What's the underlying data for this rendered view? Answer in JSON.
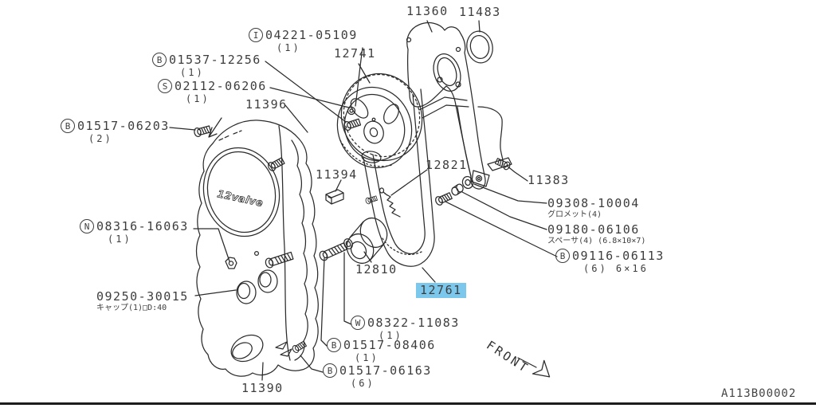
{
  "diagram": {
    "drawing_code": "A113B00002",
    "front_label": "FRONT",
    "cover_embossed_text": "12valve",
    "highlight_color": "#7cc7ec",
    "line_color": "#2b2b2b",
    "background_color": "#ffffff"
  },
  "labels": [
    {
      "id": "11360",
      "prefix": "",
      "number": "11360",
      "qty": "",
      "note": ""
    },
    {
      "id": "11483",
      "prefix": "",
      "number": "11483",
      "qty": "",
      "note": ""
    },
    {
      "id": "04221-05109",
      "prefix": "I",
      "number": "04221-05109",
      "qty": "(1)",
      "note": ""
    },
    {
      "id": "12741",
      "prefix": "",
      "number": "12741",
      "qty": "",
      "note": ""
    },
    {
      "id": "01537-12256",
      "prefix": "B",
      "number": "01537-12256",
      "qty": "(1)",
      "note": ""
    },
    {
      "id": "02112-06206",
      "prefix": "S",
      "number": "02112-06206",
      "qty": "(1)",
      "note": ""
    },
    {
      "id": "11396",
      "prefix": "",
      "number": "11396",
      "qty": "",
      "note": ""
    },
    {
      "id": "01517-06203",
      "prefix": "B",
      "number": "01517-06203",
      "qty": "(2)",
      "note": ""
    },
    {
      "id": "11394",
      "prefix": "",
      "number": "11394",
      "qty": "",
      "note": ""
    },
    {
      "id": "12821",
      "prefix": "",
      "number": "12821",
      "qty": "",
      "note": ""
    },
    {
      "id": "08316-16063",
      "prefix": "N",
      "number": "08316-16063",
      "qty": "(1)",
      "note": ""
    },
    {
      "id": "11383",
      "prefix": "",
      "number": "11383",
      "qty": "",
      "note": ""
    },
    {
      "id": "09308-10004",
      "prefix": "",
      "number": "09308-10004",
      "qty": "",
      "note": "グロメット(4)"
    },
    {
      "id": "09180-06106",
      "prefix": "",
      "number": "09180-06106",
      "qty": "",
      "note": "スペーサ(4) (6.8×10×7)"
    },
    {
      "id": "09116-06113",
      "prefix": "B",
      "number": "09116-06113",
      "qty": "(6) 6×16",
      "note": ""
    },
    {
      "id": "12810",
      "prefix": "",
      "number": "12810",
      "qty": "",
      "note": ""
    },
    {
      "id": "12761",
      "prefix": "",
      "number": "12761",
      "qty": "",
      "note": "",
      "highlighted": true
    },
    {
      "id": "09250-30015",
      "prefix": "",
      "number": "09250-30015",
      "qty": "",
      "note": "キャップ(1)□D:40"
    },
    {
      "id": "08322-11083",
      "prefix": "W",
      "number": "08322-11083",
      "qty": "(1)",
      "note": ""
    },
    {
      "id": "01517-08406",
      "prefix": "B",
      "number": "01517-08406",
      "qty": "(1)",
      "note": ""
    },
    {
      "id": "01517-06163",
      "prefix": "B",
      "number": "01517-06163",
      "qty": "(6)",
      "note": ""
    },
    {
      "id": "11390",
      "prefix": "",
      "number": "11390",
      "qty": "",
      "note": ""
    }
  ]
}
